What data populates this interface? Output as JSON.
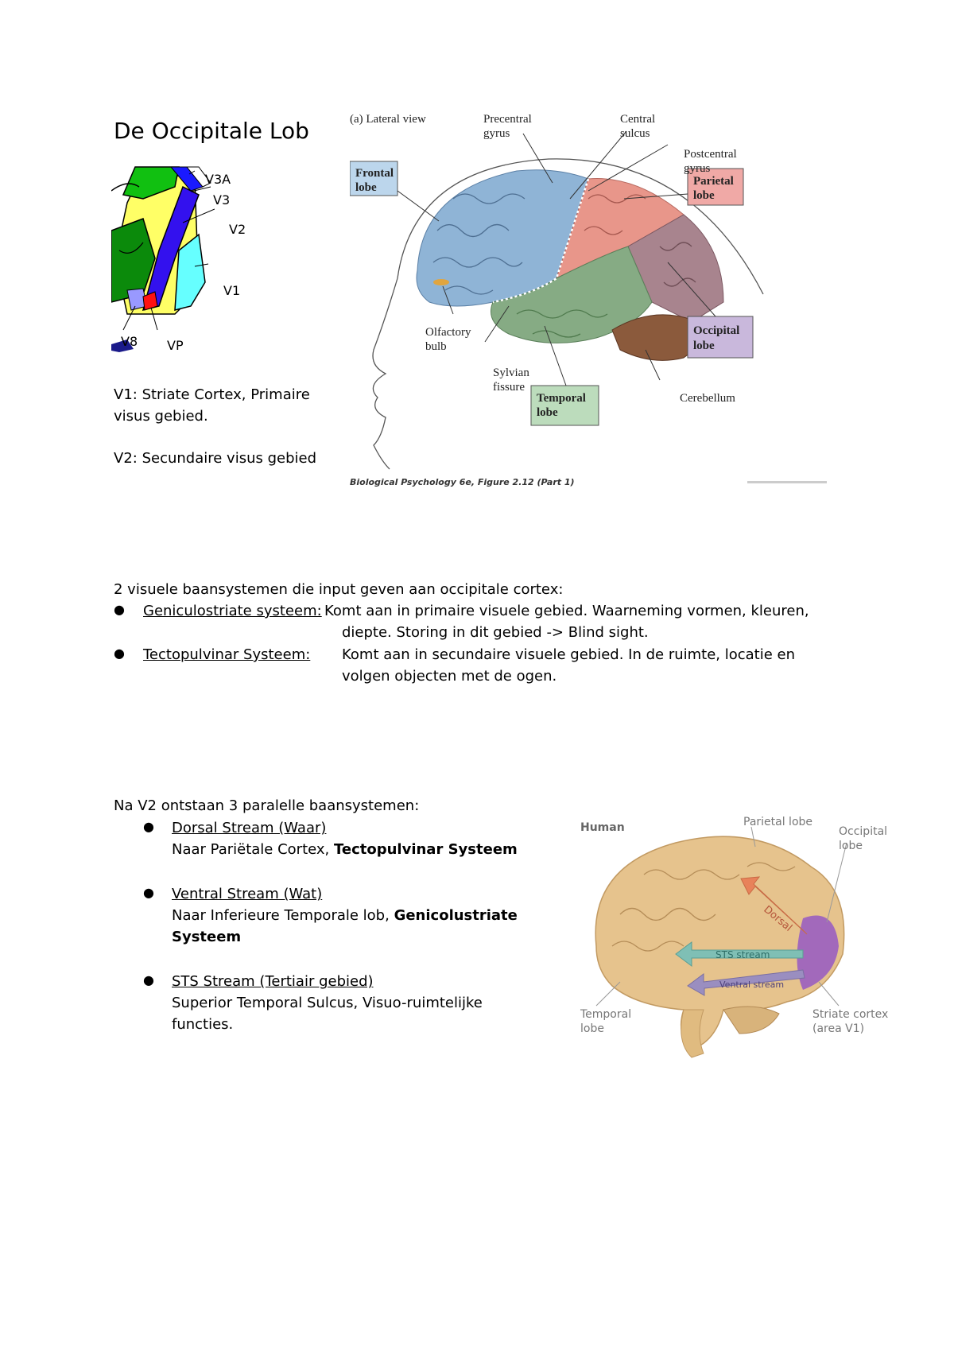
{
  "title": "De Occipitale Lob",
  "occipital_diagram": {
    "labels": [
      "V3A",
      "V3",
      "V2",
      "V1",
      "V8",
      "VP"
    ]
  },
  "v_definitions": {
    "v1_label": "V1:",
    "v1_text": "Striate Cortex, Primaire",
    "v1_text_line2": "visus gebied.",
    "v2_label": "V2:",
    "v2_text": "Secundaire visus gebied"
  },
  "brain_figure": {
    "panel_label": "(a)  Lateral view",
    "labels": {
      "precentral_1": "Precentral",
      "precentral_2": "gyrus",
      "central_1": "Central",
      "central_2": "sulcus",
      "postcentral_1": "Postcentral",
      "postcentral_2": "gyrus",
      "frontal_1": "Frontal",
      "frontal_2": "lobe",
      "parietal_1": "Parietal",
      "parietal_2": "lobe",
      "occipital_1": "Occipital",
      "occipital_2": "lobe",
      "olfactory_1": "Olfactory",
      "olfactory_2": "bulb",
      "sylvian_1": "Sylvian",
      "sylvian_2": "fissure",
      "temporal_1": "Temporal",
      "temporal_2": "lobe",
      "cerebellum": "Cerebellum"
    },
    "caption": "Biological Psychology 6e, Figure 2.12 (Part 1)",
    "colors": {
      "frontal": "#8fb4d6",
      "parietal": "#e8968a",
      "temporal": "#86ab84",
      "occipital": "#a8848e",
      "cerebellum": "#8b5a3c",
      "frontal_box": "#bcd6ec",
      "parietal_box": "#f0a9a6",
      "occipital_box": "#c9b8dc",
      "temporal_box": "#bcdcbc"
    }
  },
  "section2": {
    "intro": "2 visuele baansystemen die input geven aan occipitale cortex:",
    "items": [
      {
        "name": "Geniculostriate systeem:",
        "line1": "Komt aan in primaire visuele gebied. Waarneming vormen, kleuren,",
        "line2": "diepte. Storing in dit gebied -> Blind sight."
      },
      {
        "name": "Tectopulvinar Systeem:",
        "line1": "Komt aan in secundaire visuele gebied. In de ruimte, locatie en",
        "line2": "volgen objecten met de ogen."
      }
    ]
  },
  "section3": {
    "intro": "Na V2 ontstaan 3 paralelle baansystemen:",
    "streams": [
      {
        "name": "Dorsal Stream (Waar)",
        "desc_plain": "Naar Pariëtale Cortex, ",
        "desc_bold": "Tectopulvinar Systeem"
      },
      {
        "name": "Ventral Stream (Wat)",
        "desc_plain": "Naar Inferieure Temporale lob, ",
        "desc_bold": "Genicolustriate",
        "desc_bold_line2": "Systeem"
      },
      {
        "name": "STS Stream (Tertiair gebied)",
        "desc_line1": "Superior Temporal Sulcus, Visuo-ruimtelijke",
        "desc_line2": "functies."
      }
    ]
  },
  "human_figure": {
    "labels": {
      "human": "Human",
      "parietal": "Parietal lobe",
      "occipital_1": "Occipital",
      "occipital_2": "lobe",
      "temporal_1": "Temporal",
      "temporal_2": "lobe",
      "striate_1": "Striate cortex",
      "striate_2": "(area V1)",
      "dorsal": "Dorsal",
      "sts": "STS stream",
      "ventral": "Ventral stream"
    },
    "colors": {
      "brain": "#e6c38d",
      "occipital": "#9a5fc0",
      "dorsal_arrow": "#e8825a",
      "sts_arrow": "#7fbfb5",
      "ventral_arrow": "#9a8ec0"
    }
  }
}
